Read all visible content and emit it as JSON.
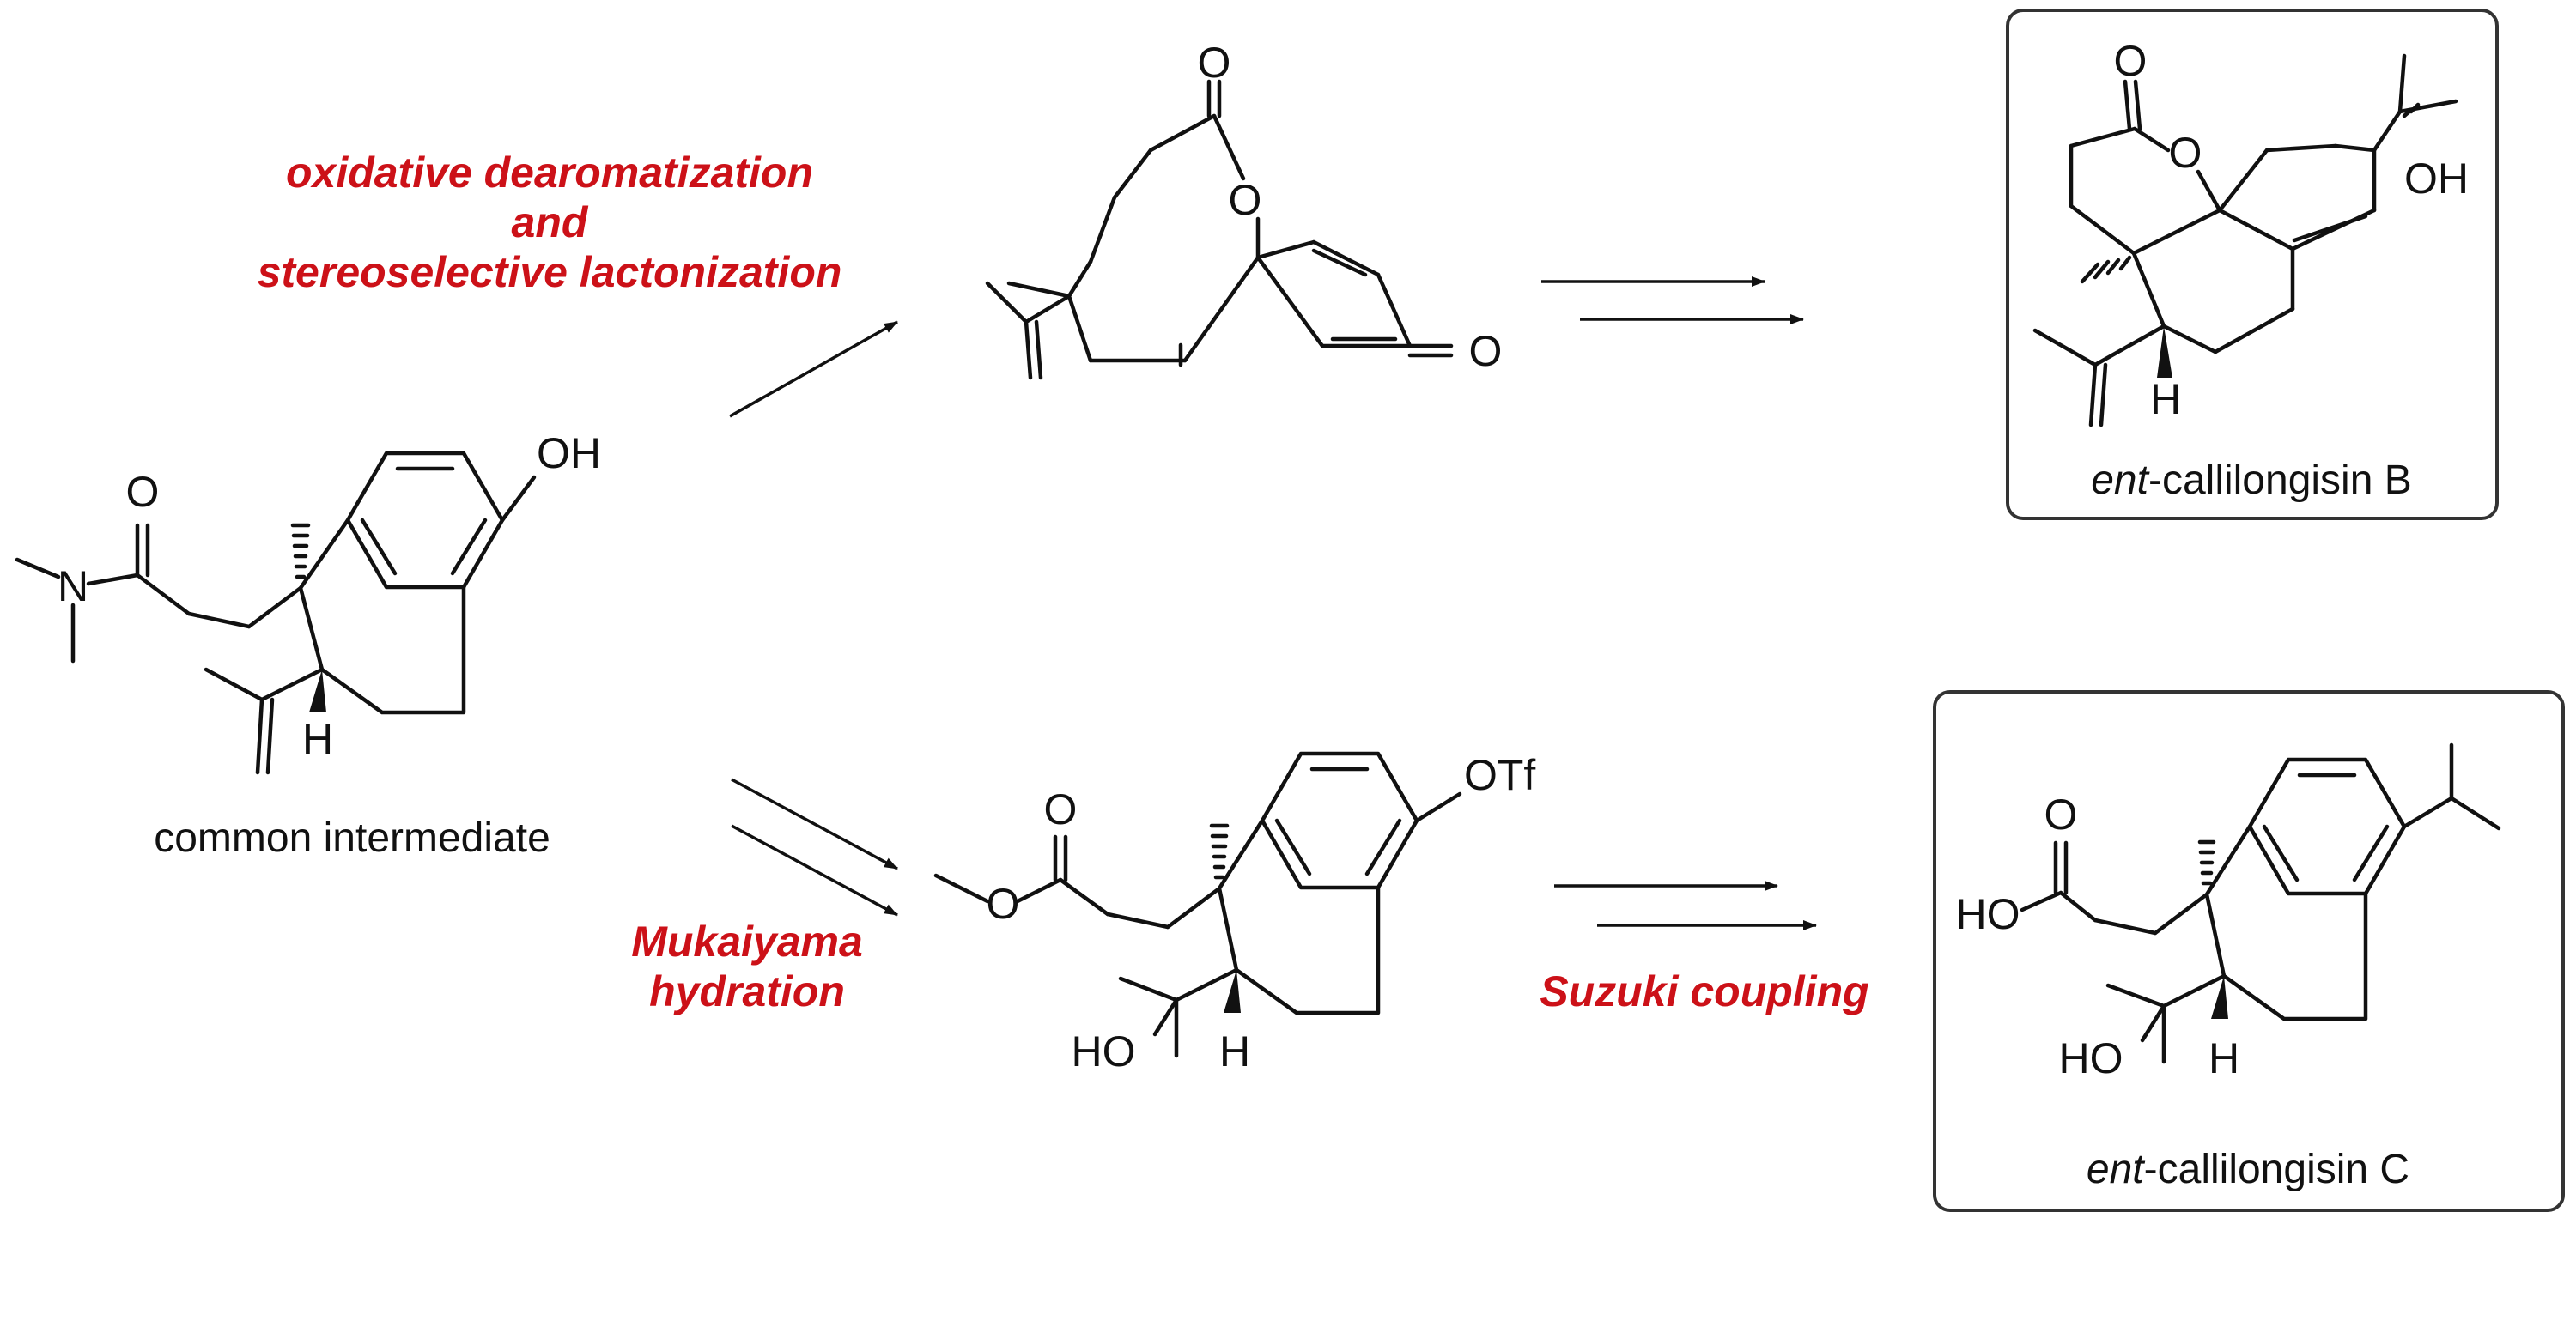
{
  "colors": {
    "conditions": "#cc1118",
    "ink": "#111111"
  },
  "start": {
    "caption": "common intermediate",
    "atoms": {
      "O": "O",
      "N": "N",
      "OH": "OH",
      "H": "H"
    }
  },
  "top_route": {
    "conditions": [
      "oxidative dearomatization",
      "and",
      "stereoselective lactonization"
    ],
    "atoms": {
      "O1": "O",
      "O2": "O",
      "O3": "O"
    }
  },
  "bottom_route": {
    "conditions": [
      "Mukaiyama",
      "hydration"
    ],
    "atoms": {
      "O1": "O",
      "O2": "O",
      "OTf": "OTf",
      "HO": "HO",
      "H": "H"
    }
  },
  "suzuki": {
    "conditions": [
      "Suzuki coupling"
    ]
  },
  "product_b": {
    "name_prefix": "ent",
    "name_suffix": "-callilongisin B",
    "atoms": {
      "O1": "O",
      "O2": "O",
      "OH": "OH",
      "H": "H"
    }
  },
  "product_c": {
    "name_prefix": "ent",
    "name_suffix": "-callilongisin C",
    "atoms": {
      "O": "O",
      "HO1": "HO",
      "HO2": "HO",
      "H": "H"
    }
  }
}
